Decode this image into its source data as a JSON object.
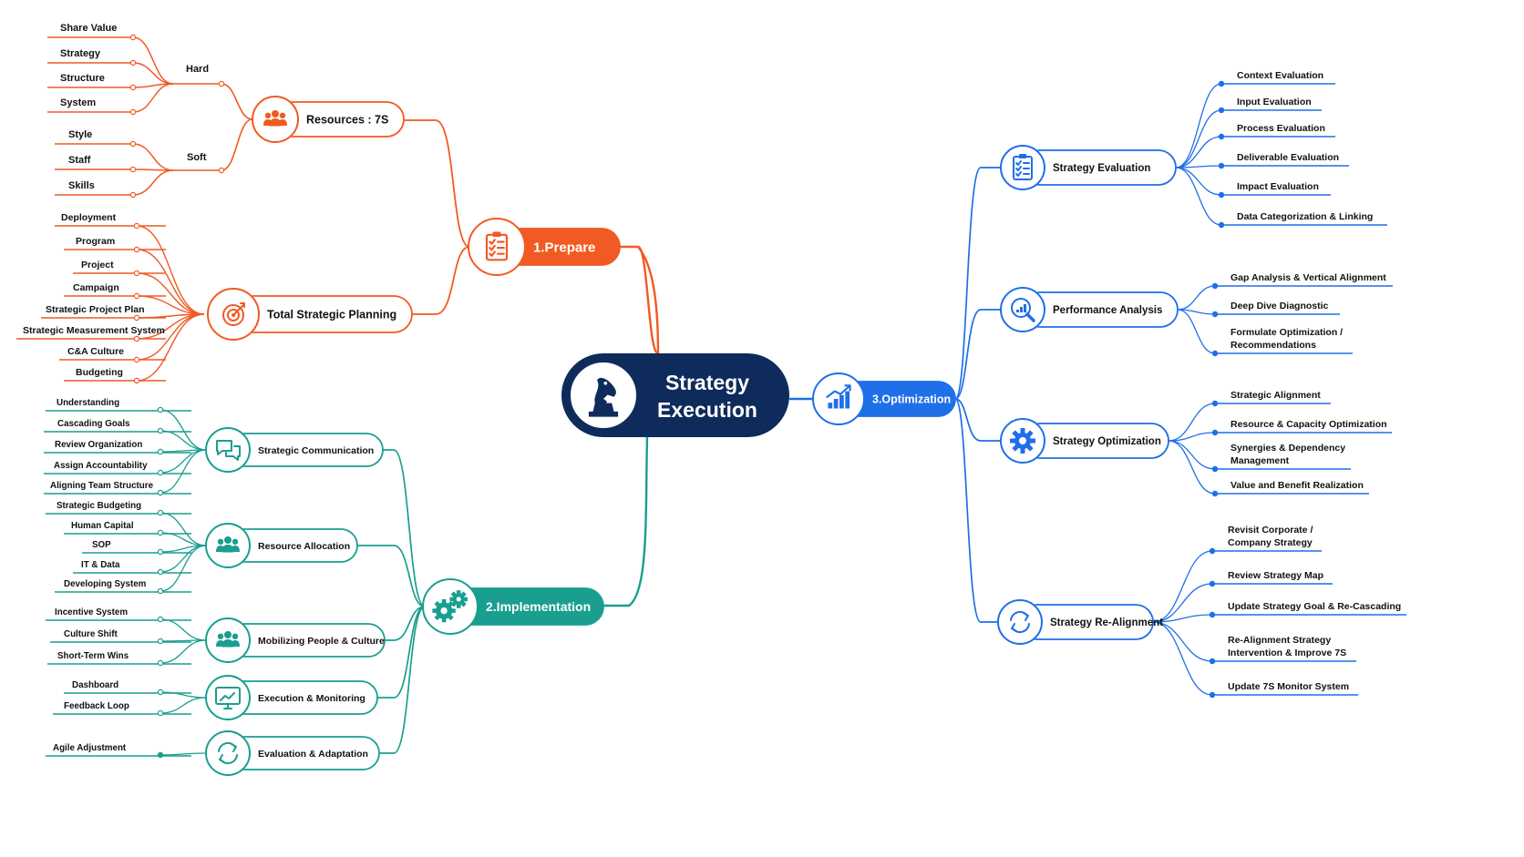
{
  "colors": {
    "prepare": "#f15a22",
    "implementation": "#1a9e8f",
    "optimization": "#1f6fe8",
    "center": "#0f2b5b",
    "text": "#111111"
  },
  "center": {
    "line1": "Strategy",
    "line2": "Execution",
    "icon": "chess-knight-icon"
  },
  "prepare": {
    "label": "1.Prepare",
    "icon": "clipboard-icon",
    "resources": {
      "label": "Resources : 7S",
      "icon": "people-group-icon",
      "hard": {
        "label": "Hard",
        "items": [
          "Share Value",
          "Strategy",
          "Structure",
          "System"
        ]
      },
      "soft": {
        "label": "Soft",
        "items": [
          "Style",
          "Staff",
          "Skills"
        ]
      }
    },
    "planning": {
      "label": "Total Strategic Planning",
      "icon": "target-icon",
      "items": [
        "Deployment",
        "Program",
        "Project",
        "Campaign",
        "Strategic Project Plan",
        "Strategic Measurement System",
        "C&A Culture",
        "Budgeting"
      ]
    }
  },
  "implementation": {
    "label": "2.Implementation",
    "icon": "gears-icon",
    "branches": [
      {
        "label": "Strategic Communication",
        "icon": "chat-icon",
        "items": [
          "Understanding",
          "Cascading Goals",
          "Review Organization",
          "Assign Accountability",
          "Aligning Team Structure"
        ]
      },
      {
        "label": "Resource Allocation",
        "icon": "people-group-icon",
        "items": [
          "Strategic Budgeting",
          "Human Capital",
          "SOP",
          "IT & Data",
          "Developing System"
        ]
      },
      {
        "label": "Mobilizing People & Culture",
        "icon": "people-group-icon",
        "items": [
          "Incentive System",
          "Culture Shift",
          "Short-Term Wins"
        ]
      },
      {
        "label": "Execution & Monitoring",
        "icon": "monitor-icon",
        "items": [
          "Dashboard",
          "Feedback Loop"
        ]
      },
      {
        "label": "Evaluation & Adaptation",
        "icon": "cycle-icon",
        "items": [
          "Agile Adjustment"
        ]
      }
    ]
  },
  "optimization": {
    "label": "3.Optimization",
    "icon": "growth-chart-icon",
    "branches": [
      {
        "label": "Strategy Evaluation",
        "icon": "checklist-icon",
        "items": [
          "Context Evaluation",
          "Input Evaluation",
          "Process Evaluation",
          "Deliverable Evaluation",
          "Impact Evaluation",
          "Data Categorization & Linking"
        ]
      },
      {
        "label": "Performance Analysis",
        "icon": "magnifier-chart-icon",
        "items": [
          "Gap Analysis & Vertical Alignment",
          "Deep Dive Diagnostic",
          "Formulate Optimization /|Recommendations"
        ]
      },
      {
        "label": "Strategy Optimization",
        "icon": "gear-icon",
        "items": [
          "Strategic Alignment",
          "Resource & Capacity Optimization",
          "Synergies & Dependency|Management",
          "Value and Benefit Realization"
        ]
      },
      {
        "label": "Strategy Re-Alignment",
        "icon": "refresh-icon",
        "items": [
          "Revisit Corporate /|Company Strategy",
          "Review Strategy Map",
          "Update Strategy Goal & Re-Cascading",
          "Re-Alignment Strategy|Intervention & Improve 7S",
          "Update 7S Monitor System"
        ]
      }
    ]
  }
}
